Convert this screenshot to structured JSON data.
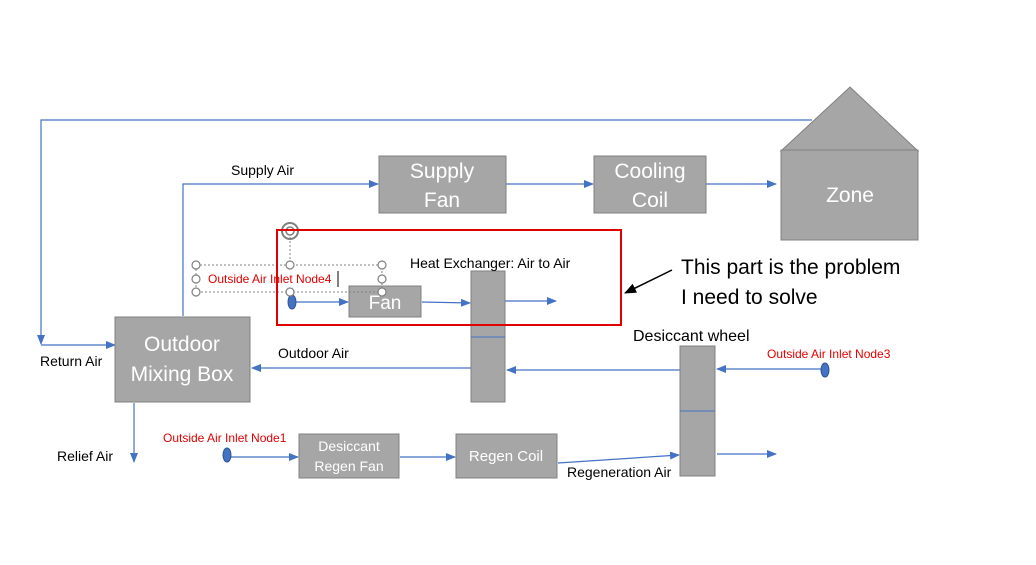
{
  "boxes": {
    "supply_fan": [
      "Supply",
      "Fan"
    ],
    "cooling_coil": [
      "Cooling",
      "Coil"
    ],
    "zone": "Zone",
    "outdoor_mixing_box": [
      "Outdoor",
      "Mixing Box"
    ],
    "fan": "Fan",
    "desiccant_regen_fan": [
      "Desiccant",
      "Regen Fan"
    ],
    "regen_coil": "Regen Coil"
  },
  "labels": {
    "supply_air": "Supply Air",
    "return_air": "Return Air",
    "outdoor_air": "Outdoor Air",
    "relief_air": "Relief Air",
    "heat_exchanger": "Heat Exchanger: Air to Air",
    "desiccant_wheel": "Desiccant wheel",
    "regeneration_air": "Regeneration Air"
  },
  "nodes": {
    "node1": "Outside Air Inlet Node1",
    "node3": "Outside Air Inlet Node3",
    "node4": "Outside Air Inlet Node4"
  },
  "callout": {
    "line1": "This part is the problem",
    "line2": "I need to solve"
  },
  "colors": {
    "box_fill": "#a6a6a6",
    "flow_line": "#4472c4",
    "node_label": "#e00000",
    "highlight_frame": "#e00000"
  },
  "icons": {
    "rotate_handle": "rotate-handle-icon",
    "resize_handle": "resize-handle-icon"
  }
}
